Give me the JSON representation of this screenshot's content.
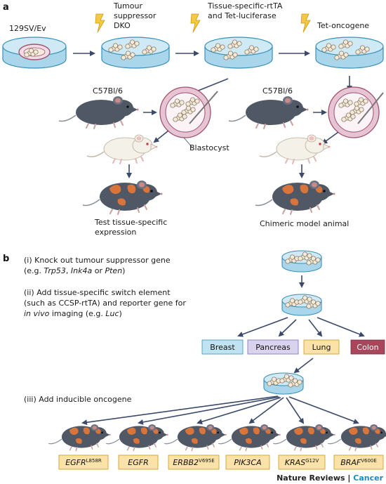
{
  "panel_a": {
    "label": "a",
    "dish1_label": "129SV/Ev",
    "dish2_label_line1": "Tumour",
    "dish2_label_line2": "suppressor",
    "dish2_label_line3": "DKO",
    "dish3_label_line1": "Tissue-specific-rtTA",
    "dish3_label_line2": "and Tet-luciferase",
    "dish4_label": "Tet-oncogene",
    "mouse_left_label": "C57Bl/6",
    "mouse_right_label": "C57Bl/6",
    "blastocyst_label": "Blastocyst",
    "result_left_line1": "Test tissue-specific",
    "result_left_line2": "expression",
    "result_right": "Chimeric model animal"
  },
  "panel_b": {
    "label": "b",
    "step1_line1": "(i) Knock out tumour suppressor gene",
    "step1_line2_pre": "(e.g. ",
    "step1_gene1": "Trp53",
    "step1_sep1": ", ",
    "step1_gene2": "Ink4a",
    "step1_sep2": " or ",
    "step1_gene3": "Pten",
    "step1_post": ")",
    "step2_line1": "(ii) Add tissue-specific switch element",
    "step2_line2": "(such as CCSP-rtTA) and reporter gene for",
    "step2_line3_italic": "in vivo",
    "step2_line3_rest": " imaging (e.g. ",
    "step2_line3_gene": "Luc",
    "step2_line3_end": ")",
    "step3": "(iii) Add inducible oncogene",
    "tissues": [
      {
        "label": "Breast",
        "color": "#bfe3f0"
      },
      {
        "label": "Pancreas",
        "color": "#d9d3ee"
      },
      {
        "label": "Lung",
        "color": "#fbe2a8"
      },
      {
        "label": "Colon",
        "color": "#a8465c"
      }
    ],
    "oncogenes": [
      {
        "gene": "EGFR",
        "sup": "L858R"
      },
      {
        "gene": "EGFR",
        "sup": ""
      },
      {
        "gene": "ERBB2",
        "sup": "V695E"
      },
      {
        "gene": "PIK3CA",
        "sup": ""
      },
      {
        "gene": "KRAS",
        "sup": "G12V"
      },
      {
        "gene": "BRAF",
        "sup": "V600E"
      }
    ]
  },
  "credit": {
    "journal": "Nature Reviews",
    "separator": " | ",
    "section": "Cancer"
  },
  "colors": {
    "dish_fill": "#bfe3f2",
    "dish_stroke": "#3a8fb8",
    "arrow": "#3b4a6b",
    "lightning": "#f5c842",
    "mouse_dark": "#505866",
    "mouse_white": "#f4f1e8",
    "orange_patch": "#d9743a",
    "blastocyst_ring": "#e7c4d4",
    "oncogene_box": "#fbe2a8"
  }
}
